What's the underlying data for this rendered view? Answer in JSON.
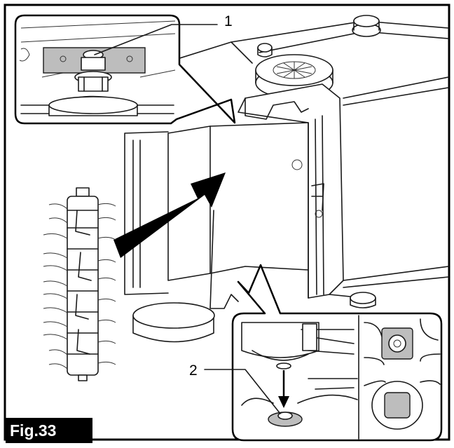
{
  "figure": {
    "label": "Fig.33",
    "callouts": [
      {
        "id": "1",
        "text": "1"
      },
      {
        "id": "2",
        "text": "2"
      }
    ]
  }
}
